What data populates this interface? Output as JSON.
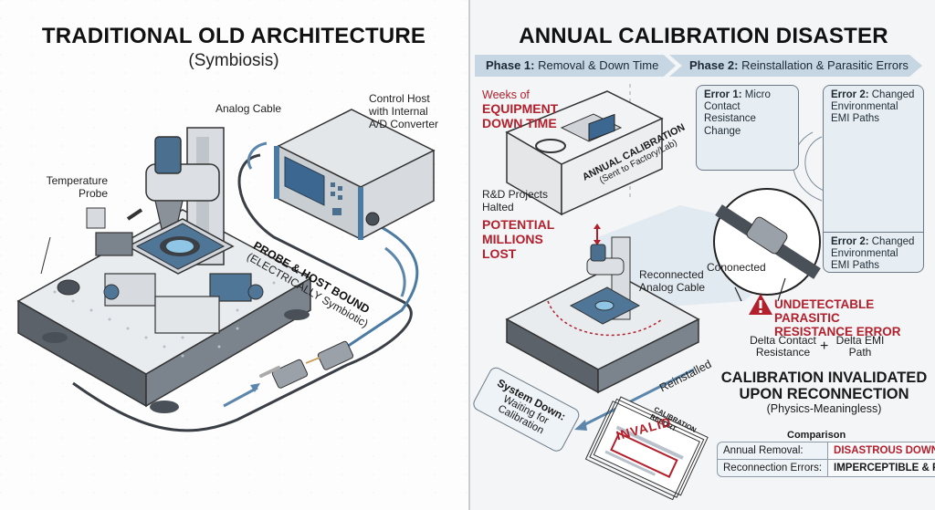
{
  "left_panel": {
    "title": "TRADITIONAL OLD ARCHITECTURE",
    "subtitle": "(Symbiosis)",
    "labels": {
      "analog_cable": "Analog Cable",
      "control_host": [
        "Control Host",
        "with Internal",
        "A/D Converter"
      ],
      "temperature_probe": [
        "Temperature",
        "Probe"
      ],
      "bound_main": "PROBE & HOST BOUND",
      "bound_sub": "(ELECTRICALLY Symbiotic)"
    }
  },
  "right_panel": {
    "title": "ANNUAL CALIBRATION DISASTER",
    "phases": [
      {
        "prefix": "Phase 1:",
        "text": "Removal & Down Time"
      },
      {
        "prefix": "Phase 2:",
        "text": "Reinstallation & Parasitic Errors"
      }
    ],
    "downtime": {
      "weeks_of": "Weeks of",
      "line1": "EQUIPMENT",
      "line2": "DOWN TIME"
    },
    "box_label": {
      "main": "ANNUAL CALIBRATION",
      "sub": "(Sent to Factory/Lab)"
    },
    "projects": {
      "halted1": "R&D Projects",
      "halted2": "Halted",
      "lost1": "POTENTIAL",
      "lost2": "MILLIONS",
      "lost3": "LOST"
    },
    "errors": [
      {
        "prefix": "Error 1:",
        "text": "Micro Contact Resistance Change"
      },
      {
        "prefix": "Error 2:",
        "text": "Changed Environmental EMI Paths"
      },
      {
        "prefix": "Error 2:",
        "text": "Changed Environmental EMI Paths"
      }
    ],
    "connected_label": "Cononected",
    "reconnected_label": [
      "Reconnected",
      "Analog Cable"
    ],
    "reinstalled_label": "Reinstalled",
    "system_down": {
      "title": "System Down:",
      "sub": "Waiting for Calibration"
    },
    "report": {
      "header": "CALIBRATION REPORT",
      "stamp": "INVALID"
    },
    "warning": {
      "line1": "UNDETECTABLE PARASITIC",
      "line2": "RESISTANCE ERROR"
    },
    "formula": {
      "left1": "Delta Contact",
      "left2": "Resistance",
      "plus": "+",
      "right1": "Delta EMI",
      "right2": "Path"
    },
    "conclusion": {
      "line1": "CALIBRATION INVALIDATED",
      "line2": "UPON RECONNECTION",
      "sub": "(Physics-Meaningless)"
    },
    "comparison": {
      "title": "Comparison",
      "rows": [
        {
          "label": "Annual Removal:",
          "value": "DISASTROUS DOWNTIME",
          "value_color": "#b3202c"
        },
        {
          "label": "Reconnection Errors:",
          "value": "IMPERCEPTIBLE & FATAL",
          "value_color": "#1a1a1a"
        }
      ]
    }
  },
  "colors": {
    "accent_blue": "#4b7aa3",
    "steel_blue": "#5c86ab",
    "alert_red": "#b3202c",
    "phase_bg": "#c6d6e2",
    "callout_bg": "#e6eef4"
  }
}
